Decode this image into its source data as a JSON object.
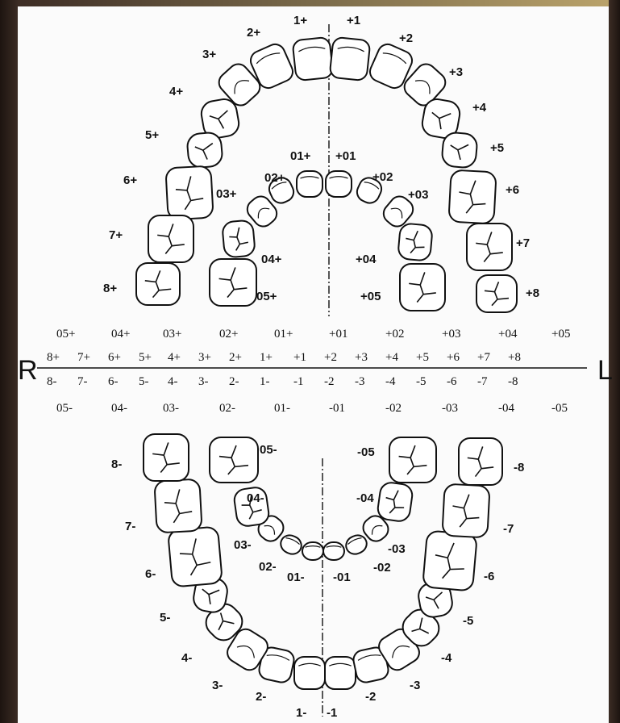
{
  "side_labels": {
    "right": "R",
    "left": "L"
  },
  "upper_permanent": {
    "right": [
      "1+",
      "2+",
      "3+",
      "4+",
      "5+",
      "6+",
      "7+",
      "8+"
    ],
    "left": [
      "+1",
      "+2",
      "+3",
      "+4",
      "+5",
      "+6",
      "+7",
      "+8"
    ]
  },
  "upper_deciduous": {
    "right": [
      "01+",
      "02+",
      "03+",
      "04+",
      "05+"
    ],
    "left": [
      "+01",
      "+02",
      "+03",
      "+04",
      "+05"
    ]
  },
  "lower_deciduous": {
    "right": [
      "01-",
      "02-",
      "03-",
      "04-",
      "05-"
    ],
    "left": [
      "-01",
      "-02",
      "-03",
      "-04",
      "-05"
    ]
  },
  "lower_permanent": {
    "right": [
      "1-",
      "2-",
      "3-",
      "4-",
      "5-",
      "6-",
      "7-",
      "8-"
    ],
    "left": [
      "-1",
      "-2",
      "-3",
      "-4",
      "-5",
      "-6",
      "-7",
      "-8"
    ]
  },
  "notation_table": {
    "row_upper_deciduous": [
      "05+",
      "04+",
      "03+",
      "02+",
      "01+",
      "+01",
      "+02",
      "+03",
      "+04",
      "+05"
    ],
    "row_upper_permanent": [
      "8+",
      "7+",
      "6+",
      "5+",
      "4+",
      "3+",
      "2+",
      "1+",
      "+1",
      "+2",
      "+3",
      "+4",
      "+5",
      "+6",
      "+7",
      "+8"
    ],
    "row_lower_permanent": [
      "8-",
      "7-",
      "6-",
      "5-",
      "4-",
      "3-",
      "2-",
      "1-",
      "-1",
      "-2",
      "-3",
      "-4",
      "-5",
      "-6",
      "-7",
      "-8"
    ],
    "row_lower_deciduous": [
      "05-",
      "04-",
      "03-",
      "02-",
      "01-",
      "-01",
      "-02",
      "-03",
      "-04",
      "-05"
    ]
  }
}
